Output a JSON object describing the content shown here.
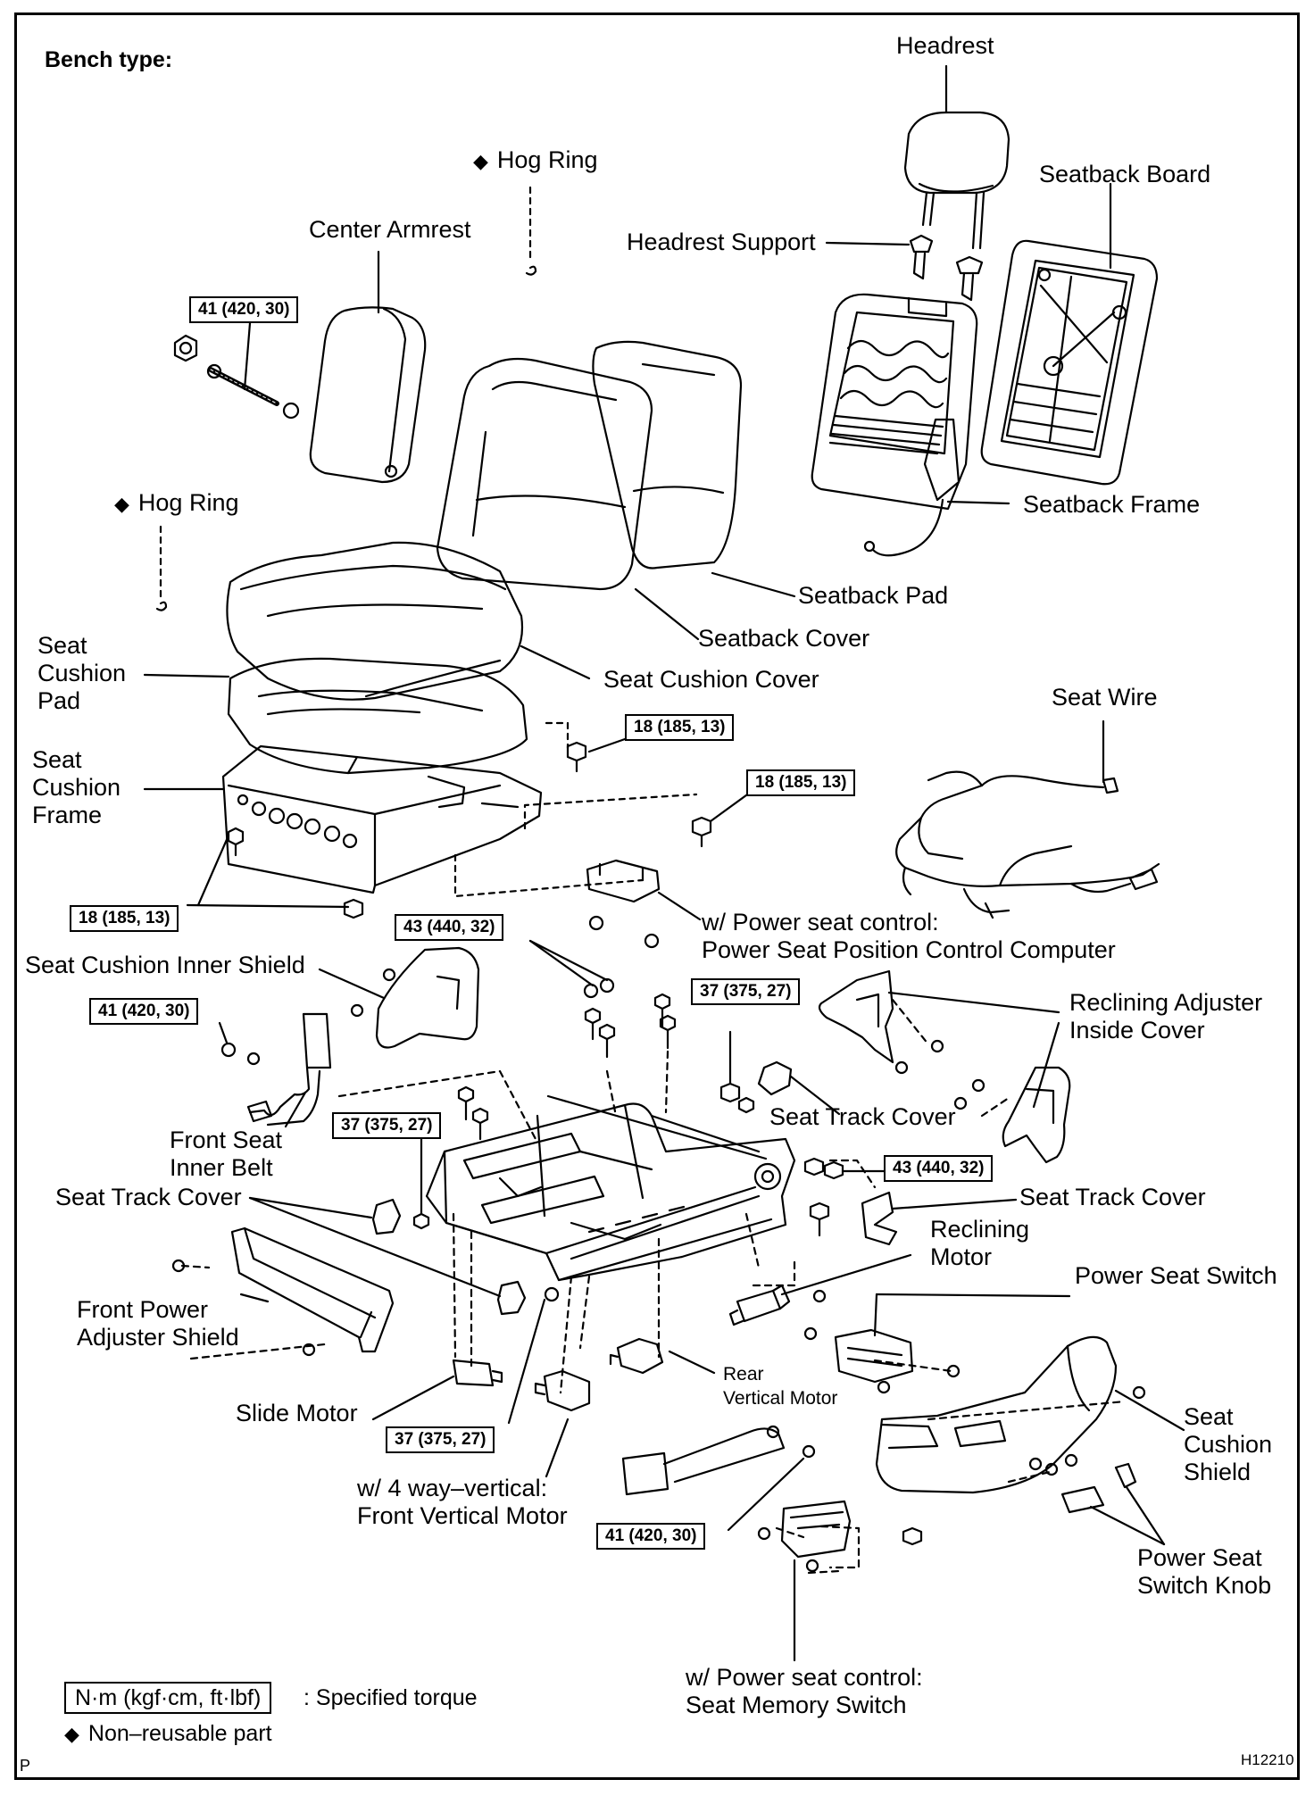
{
  "header": {
    "title": "Bench type:"
  },
  "labels": [
    {
      "id": "headrest",
      "text": "Headrest"
    },
    {
      "id": "hog-ring-top",
      "text": "Hog Ring",
      "non_reusable": true
    },
    {
      "id": "seatback-board",
      "text": "Seatback Board"
    },
    {
      "id": "center-armrest",
      "text": "Center Armrest"
    },
    {
      "id": "headrest-support",
      "text": "Headrest Support"
    },
    {
      "id": "hog-ring-left",
      "text": "Hog Ring",
      "non_reusable": true
    },
    {
      "id": "seatback-frame",
      "text": "Seatback Frame"
    },
    {
      "id": "seatback-pad",
      "text": "Seatback Pad"
    },
    {
      "id": "seatback-cover",
      "text": "Seatback Cover"
    },
    {
      "id": "seat-cushion-pad",
      "text": "Seat\nCushion\nPad"
    },
    {
      "id": "seat-cushion-cover",
      "text": "Seat Cushion Cover"
    },
    {
      "id": "seat-wire",
      "text": "Seat Wire"
    },
    {
      "id": "seat-cushion-frame",
      "text": "Seat\nCushion\nFrame"
    },
    {
      "id": "power-seat-computer",
      "text": "w/ Power seat control:\nPower Seat Position Control Computer"
    },
    {
      "id": "seat-cushion-inner-shield",
      "text": "Seat Cushion Inner Shield"
    },
    {
      "id": "reclining-adjuster-inside-cover",
      "text": "Reclining Adjuster\nInside Cover"
    },
    {
      "id": "seat-track-cover-right-upper",
      "text": "Seat Track Cover"
    },
    {
      "id": "front-seat-inner-belt",
      "text": "Front Seat\nInner Belt"
    },
    {
      "id": "seat-track-cover-left",
      "text": "Seat Track Cover"
    },
    {
      "id": "seat-track-cover-right-lower",
      "text": "Seat Track Cover"
    },
    {
      "id": "reclining-motor",
      "text": "Reclining\nMotor"
    },
    {
      "id": "power-seat-switch",
      "text": "Power Seat Switch"
    },
    {
      "id": "front-power-adjuster-shield",
      "text": "Front Power\nAdjuster Shield"
    },
    {
      "id": "rear-vertical-motor",
      "text": "Rear\nVertical Motor"
    },
    {
      "id": "slide-motor",
      "text": "Slide Motor"
    },
    {
      "id": "seat-cushion-shield",
      "text": "Seat\nCushion\nShield"
    },
    {
      "id": "front-vertical-motor",
      "text": "w/ 4 way–vertical:\nFront Vertical Motor"
    },
    {
      "id": "power-seat-switch-knob",
      "text": "Power Seat\nSwitch Knob"
    },
    {
      "id": "seat-memory-switch",
      "text": "w/ Power seat control:\nSeat Memory Switch"
    }
  ],
  "torques": [
    {
      "id": "tq-armrest",
      "text": "41 (420, 30)"
    },
    {
      "id": "tq-cushion-upper",
      "text": "18 (185, 13)"
    },
    {
      "id": "tq-cushion-right",
      "text": "18 (185, 13)"
    },
    {
      "id": "tq-cushion-left",
      "text": "18 (185, 13)"
    },
    {
      "id": "tq-track-upper",
      "text": "43 (440, 32)"
    },
    {
      "id": "tq-belt",
      "text": "41 (420, 30)"
    },
    {
      "id": "tq-track-right-upper",
      "text": "37 (375, 27)"
    },
    {
      "id": "tq-track-left",
      "text": "37 (375, 27)"
    },
    {
      "id": "tq-recliner",
      "text": "43 (440, 32)"
    },
    {
      "id": "tq-track-lower",
      "text": "37 (375, 27)"
    },
    {
      "id": "tq-buckle",
      "text": "41 (420, 30)"
    }
  ],
  "legend": {
    "unit_box": "N·m (kgf·cm, ft·lbf)",
    "unit_text": ": Specified torque",
    "diamond_text": "Non–reusable part"
  },
  "footer": {
    "corner_code": "P",
    "figure_code": "H12210"
  },
  "icons": {
    "non_reusable": "diamond-icon"
  },
  "colors": {
    "line": "#000000",
    "background": "#ffffff"
  }
}
